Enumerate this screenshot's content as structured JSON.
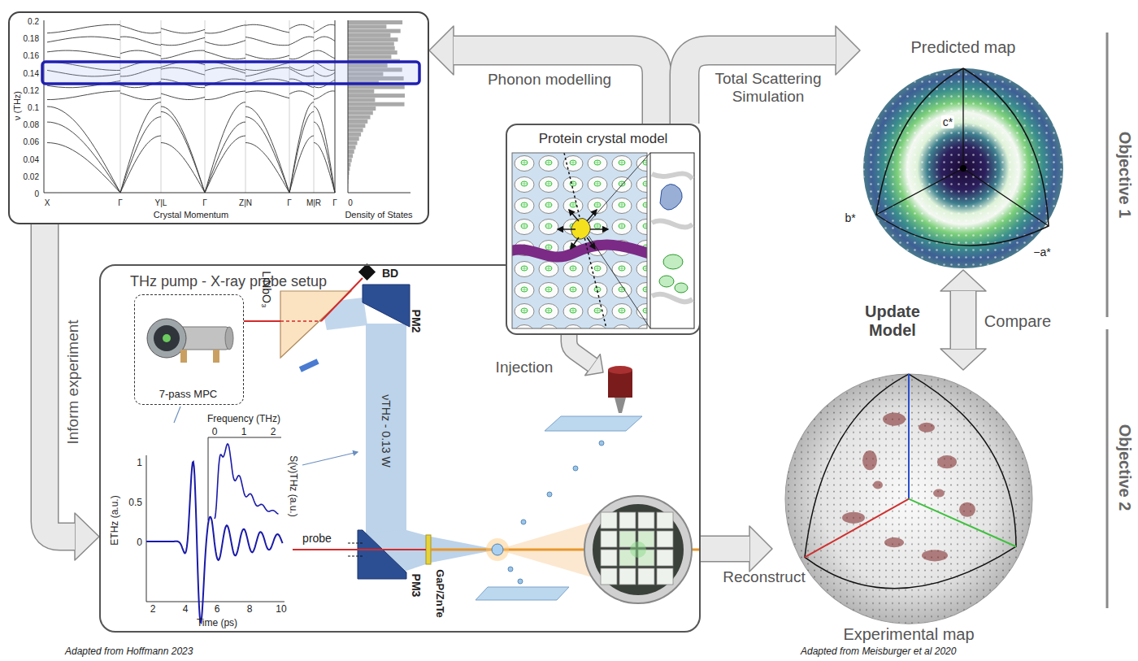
{
  "diagram": {
    "nodes": [
      {
        "text": [
          "ν (THz)",
          "Crystal Momentum",
          "Density of States"
        ]
      },
      {
        "text": [
          "Protein crystal model"
        ]
      },
      {
        "text": [
          "Predicted map"
        ]
      },
      {
        "text": [
          "THz pump - X-ray probe setup"
        ]
      },
      {
        "text": [
          "7-pass MPC"
        ],
        "in": 3
      },
      {
        "text": [
          "Experimental map"
        ]
      }
    ],
    "edges": [
      {
        "from": 1,
        "to": 0,
        "label": "Phonon modelling",
        "arrow": "to"
      },
      {
        "from": 1,
        "to": 2,
        "label": "Total Scattering Simulation",
        "arrow": "to"
      },
      {
        "from": 0,
        "to": 3,
        "label": "Inform experiment",
        "arrow": "to"
      },
      {
        "from": 1,
        "to": 3,
        "label": "Injection",
        "arrow": "to"
      },
      {
        "from": 3,
        "to": 5,
        "label": "Reconstruct",
        "arrow": "to"
      },
      {
        "from": 2,
        "to": 5,
        "label": "Compare",
        "arrow": "both"
      }
    ],
    "labels": [
      "0.2",
      "0.18",
      "0.16",
      "0.14",
      "0.12",
      "0.1",
      "0.08",
      "0.06",
      "0.04",
      "0.02",
      "0",
      "X",
      "Γ",
      "Y|L",
      "Γ",
      "Z|N",
      "Γ",
      "M|R",
      "Γ",
      "0",
      "LiNbO₃",
      "BD",
      "PM2",
      "νTHz - 0.13 W",
      "probe",
      "PM3",
      "GaP/ZnTe",
      "Frequency (THz)",
      "0",
      "1",
      "2",
      "S(ν)THz (a.u.)",
      "1",
      "0.5",
      "0",
      "ETHz (a.u.)",
      "2",
      "4",
      "6",
      "8",
      "10",
      "Time (ps)",
      "c*",
      "b*",
      "−a*",
      "Update Model",
      "Objective 1",
      "Objective 2",
      "Adapted from Hoffmann 2023",
      "Adapted from Meisburger et al 2020"
    ]
  }
}
